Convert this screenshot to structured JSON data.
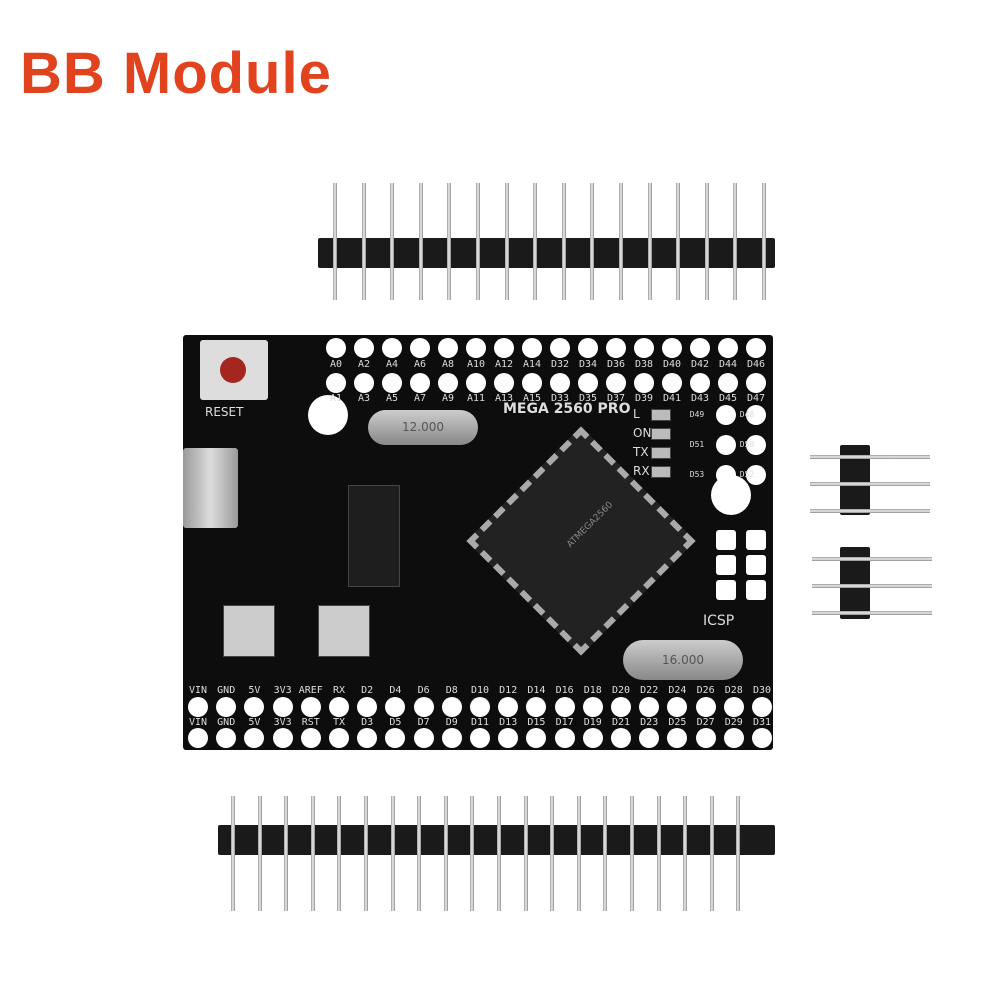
{
  "title": "BB Module",
  "board": {
    "name": "MEGA 2560 PRO",
    "reset_label": "RESET",
    "icsp_label": "ICSP",
    "leds": [
      "L",
      "ON",
      "TX",
      "RX"
    ],
    "chip_text": "ATMEGA2560",
    "crystal_small": "12.000",
    "crystal_large": "16.000",
    "top_row1": [
      "A0",
      "A2",
      "A4",
      "A6",
      "A8",
      "A10",
      "A12",
      "A14",
      "D32",
      "D34",
      "D36",
      "D38",
      "D40",
      "D42",
      "D44",
      "D46"
    ],
    "top_row2": [
      "A1",
      "A3",
      "A5",
      "A7",
      "A9",
      "A11",
      "A13",
      "A15",
      "D33",
      "D35",
      "D37",
      "D39",
      "D41",
      "D43",
      "D45",
      "D47"
    ],
    "right_labels": [
      "D49",
      "D51",
      "D53",
      "D48",
      "D50",
      "D52"
    ],
    "bottom_row1": [
      "VIN",
      "GND",
      "5V",
      "3V3",
      "AREF",
      "RX",
      "D2",
      "D4",
      "D6",
      "D8",
      "D10",
      "D12",
      "D14",
      "D16",
      "D18",
      "D20",
      "D22",
      "D24",
      "D26",
      "D28",
      "D30"
    ],
    "bottom_row2": [
      "VIN",
      "GND",
      "5V",
      "3V3",
      "RST",
      "TX",
      "D3",
      "D5",
      "D7",
      "D9",
      "D11",
      "D13",
      "D15",
      "D17",
      "D19",
      "D21",
      "D23",
      "D25",
      "D27",
      "D29",
      "D31"
    ]
  },
  "headers": {
    "top_pins": 16,
    "bottom_pins": 20,
    "small_pins": 3
  }
}
